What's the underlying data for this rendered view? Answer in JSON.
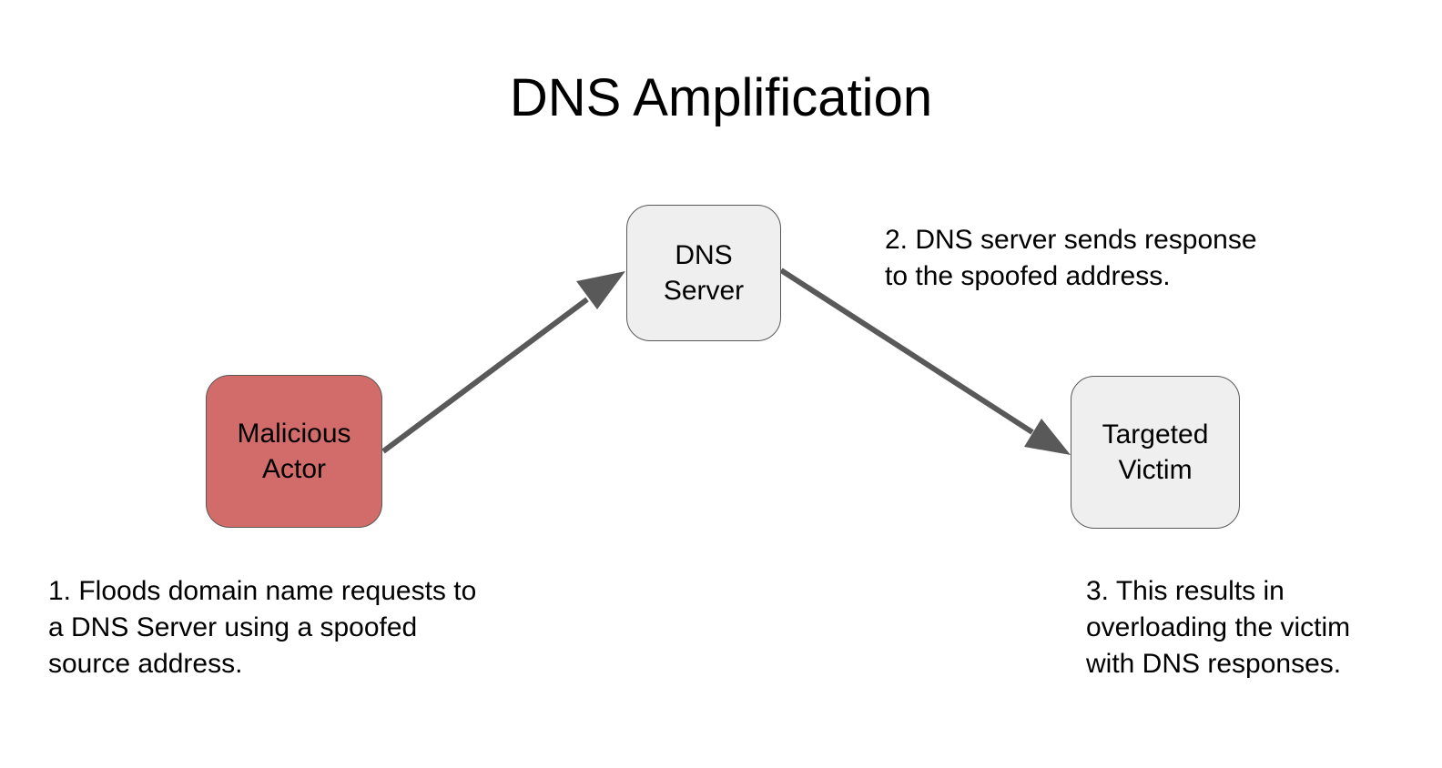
{
  "title": "DNS Amplification",
  "colors": {
    "actor_fill": "#d26c6a",
    "node_fill": "#efefef",
    "node_border": "#595959",
    "arrow": "#595959"
  },
  "nodes": {
    "actor": {
      "line1": "Malicious",
      "line2": "Actor"
    },
    "dns": {
      "line1": "DNS",
      "line2": "Server"
    },
    "victim": {
      "line1": "Targeted",
      "line2": "Victim"
    }
  },
  "arrows": [
    {
      "from": "actor",
      "to": "dns"
    },
    {
      "from": "dns",
      "to": "victim"
    }
  ],
  "notes": {
    "step1": [
      "1. Floods domain name requests to",
      "a DNS Server using a spoofed",
      "source address."
    ],
    "step2": [
      "2. DNS server sends response",
      "to the spoofed address."
    ],
    "step3": [
      "3. This results in",
      "overloading the victim",
      "with DNS responses."
    ]
  }
}
